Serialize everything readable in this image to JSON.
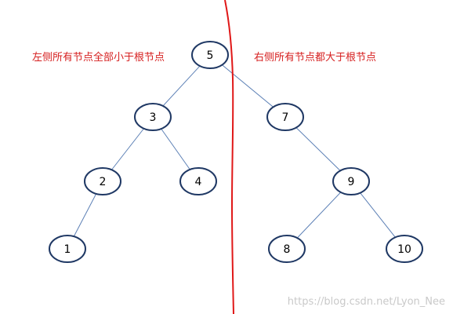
{
  "annotations": {
    "left": "左侧所有节点全部小于根节点",
    "right": "右侧所有节点都大于根节点"
  },
  "watermark": "https://blog.csdn.net/Lyon_Nee",
  "colors": {
    "node_border": "#1f3864",
    "edge": "#5b7fb5",
    "annotation_text": "#d62020",
    "divider": "#e01818"
  },
  "tree": {
    "nodes": [
      {
        "id": "5",
        "label": "5"
      },
      {
        "id": "3",
        "label": "3"
      },
      {
        "id": "7",
        "label": "7"
      },
      {
        "id": "2",
        "label": "2"
      },
      {
        "id": "4",
        "label": "4"
      },
      {
        "id": "9",
        "label": "9"
      },
      {
        "id": "1",
        "label": "1"
      },
      {
        "id": "8",
        "label": "8"
      },
      {
        "id": "10",
        "label": "10"
      }
    ],
    "edges": [
      {
        "from": "5",
        "to": "3"
      },
      {
        "from": "5",
        "to": "7"
      },
      {
        "from": "3",
        "to": "2"
      },
      {
        "from": "3",
        "to": "4"
      },
      {
        "from": "7",
        "to": "9"
      },
      {
        "from": "2",
        "to": "1"
      },
      {
        "from": "9",
        "to": "8"
      },
      {
        "from": "9",
        "to": "10"
      }
    ]
  }
}
